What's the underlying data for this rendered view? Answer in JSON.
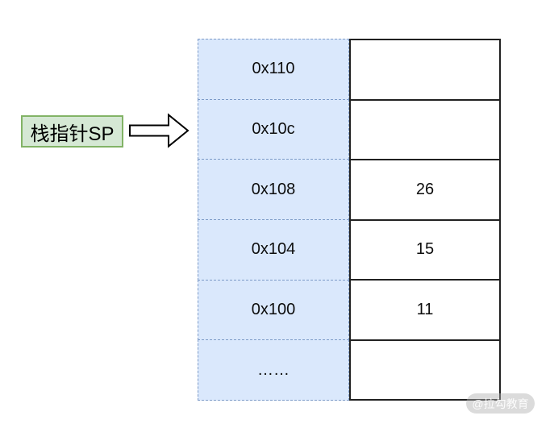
{
  "diagram": {
    "pointer_label": "栈指针SP",
    "memory_table": {
      "rows": [
        {
          "address": "0x110",
          "value": ""
        },
        {
          "address": "0x10c",
          "value": ""
        },
        {
          "address": "0x108",
          "value": "26"
        },
        {
          "address": "0x104",
          "value": "15"
        },
        {
          "address": "0x100",
          "value": "11"
        },
        {
          "address": "……",
          "value": ""
        }
      ]
    },
    "colors": {
      "address_cell_fill": "#dae8fc",
      "address_cell_border": "#7d9bc8",
      "value_cell_border": "#212121",
      "label_fill": "#d5e8d4",
      "label_border": "#82b366",
      "arrow_fill": "#ffffff",
      "arrow_stroke": "#000000"
    },
    "watermark": "@拉勾教育"
  }
}
